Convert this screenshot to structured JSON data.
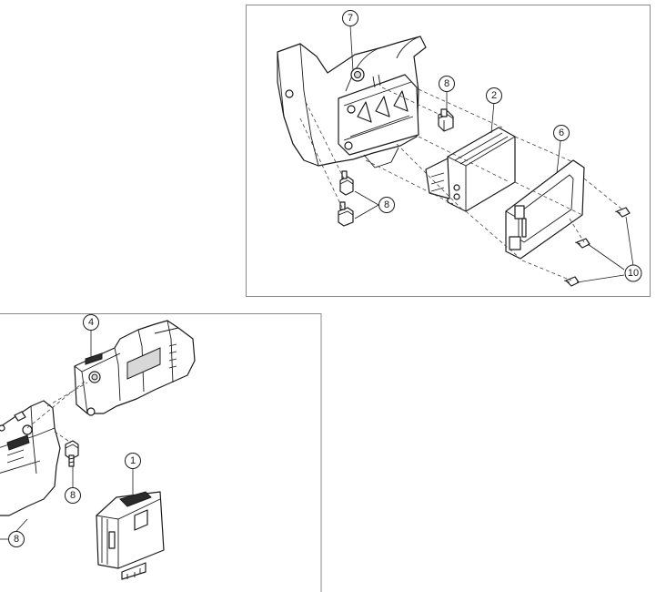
{
  "callouts": {
    "c7": "7",
    "c8_top": "8",
    "c2": "2",
    "c6": "6",
    "c8_mid": "8",
    "c10": "10",
    "c4": "4",
    "c8_lower": "8",
    "c1": "1",
    "c8_left": "8"
  },
  "colors": {
    "frame": "#8a8a8a",
    "line": "#1a1a1a"
  }
}
